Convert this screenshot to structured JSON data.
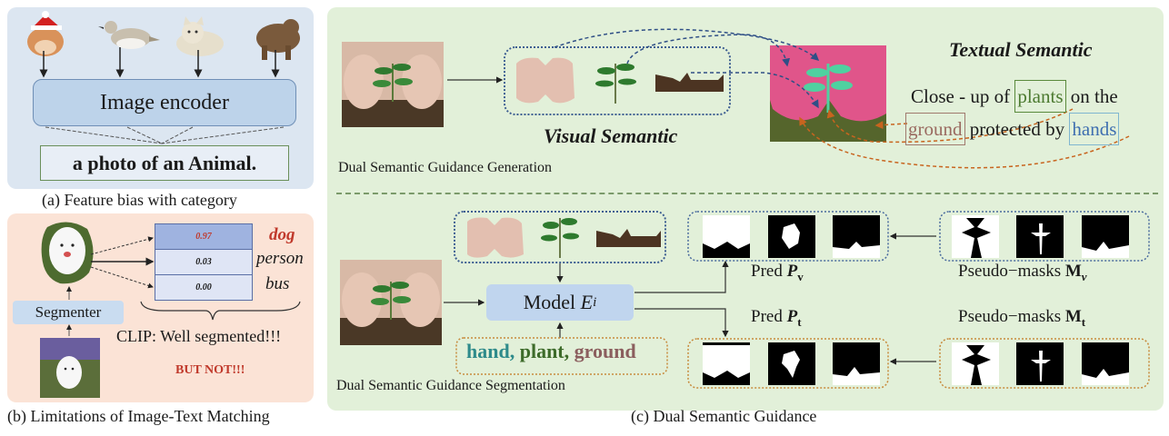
{
  "panel_a": {
    "encoder_label": "Image encoder",
    "output_text": "a photo of an Animal.",
    "caption": "(a) Feature bias with category",
    "inputs": [
      "hamster",
      "bird",
      "cat",
      "bear"
    ]
  },
  "panel_b": {
    "segmenter_label": "Segmenter",
    "scores": [
      {
        "value": "0.97",
        "label": "dog"
      },
      {
        "value": "0.03",
        "label": "person"
      },
      {
        "value": "0.00",
        "label": "bus"
      }
    ],
    "clip_text": "CLIP: Well segmented!!!",
    "but_text": "BUT NOT!!!",
    "caption": "(b) Limitations of Image-Text Matching"
  },
  "panel_c": {
    "top": {
      "visual_semantic": "Visual Semantic",
      "textual_semantic": "Textual Semantic",
      "sentence": {
        "part1": "Close - up of ",
        "plants": "plants",
        "part2": " on the",
        "ground": "ground",
        "part3": " protected by ",
        "hands": "hands"
      },
      "section_label": "Dual Semantic Guidance Generation"
    },
    "bottom": {
      "model_label": "Model ",
      "model_symbol": "E",
      "model_sub": "i",
      "words": {
        "hand": "hand,",
        "plant": "plant,",
        "ground": "ground"
      },
      "pred_v_label": "Pred ",
      "pred_v_sym": "P",
      "pred_v_sub": "v",
      "pred_t_label": "Pred ",
      "pred_t_sym": "P",
      "pred_t_sub": "t",
      "pseudo_v_label": "Pseudo−masks ",
      "pseudo_v_sym": "M",
      "pseudo_v_sub": "v",
      "pseudo_t_label": "Pseudo−masks ",
      "pseudo_t_sym": "M",
      "pseudo_t_sub": "t",
      "section_label": "Dual Semantic Guidance Segmentation"
    },
    "caption": "(c) Dual Semantic Guidance"
  },
  "colors": {
    "panel_a_bg": "#dce6f1",
    "panel_b_bg": "#fbe3d6",
    "panel_c_bg": "#e2f0d9",
    "dog_red": "#c0392b",
    "hand_teal": "#2e8b8b",
    "plant_green": "#3d6b2a",
    "ground_brown": "#8b5e5e",
    "hands_blue": "#3f6fb0"
  }
}
